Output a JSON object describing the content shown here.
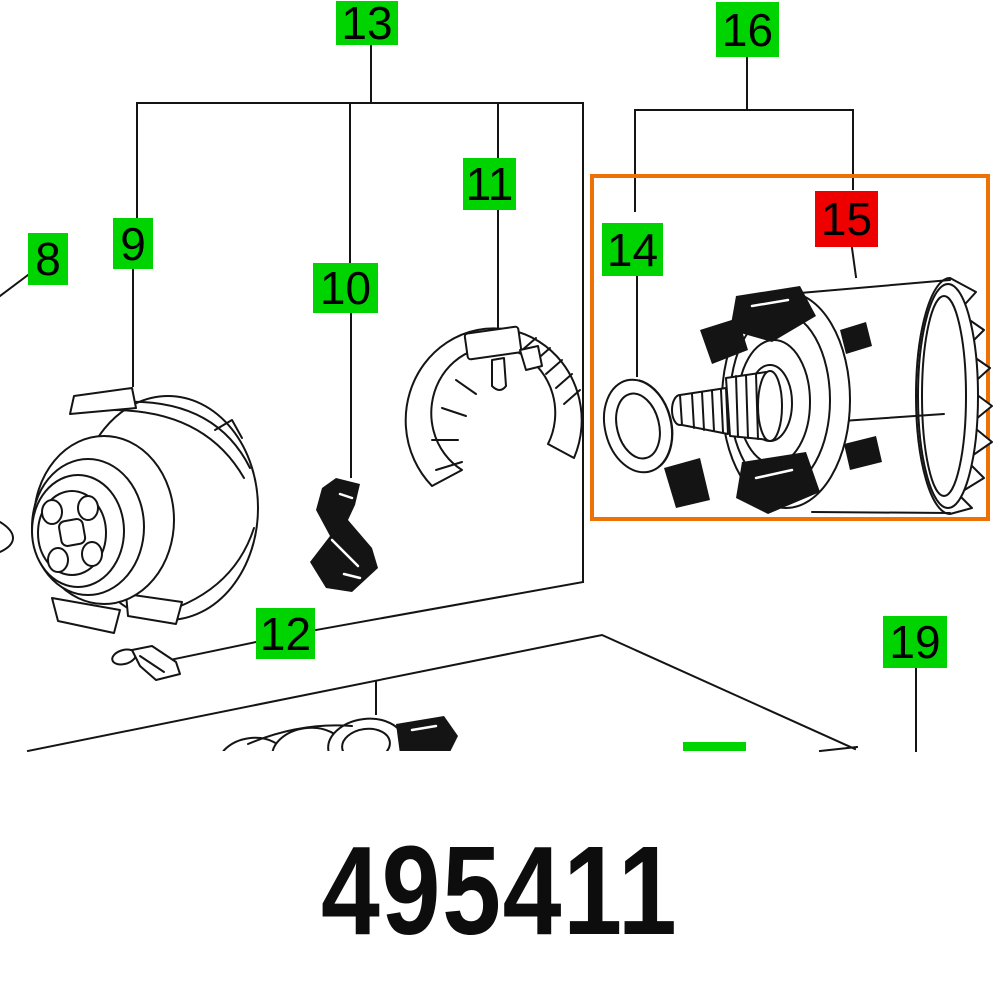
{
  "diagram": {
    "part_number": "495411",
    "selected_callout": "15",
    "colors": {
      "green": "#00d400",
      "red": "#ee0000",
      "orange": "#ee7203",
      "line": "#141414",
      "background": "#ffffff"
    },
    "callouts": [
      {
        "label": "13",
        "style": "green"
      },
      {
        "label": "16",
        "style": "green"
      },
      {
        "label": "8",
        "style": "green"
      },
      {
        "label": "9",
        "style": "green"
      },
      {
        "label": "10",
        "style": "green"
      },
      {
        "label": "11",
        "style": "green"
      },
      {
        "label": "12",
        "style": "green"
      },
      {
        "label": "14",
        "style": "green"
      },
      {
        "label": "15",
        "style": "red"
      },
      {
        "label": "19",
        "style": "green"
      },
      {
        "label": "",
        "style": "green"
      }
    ]
  }
}
